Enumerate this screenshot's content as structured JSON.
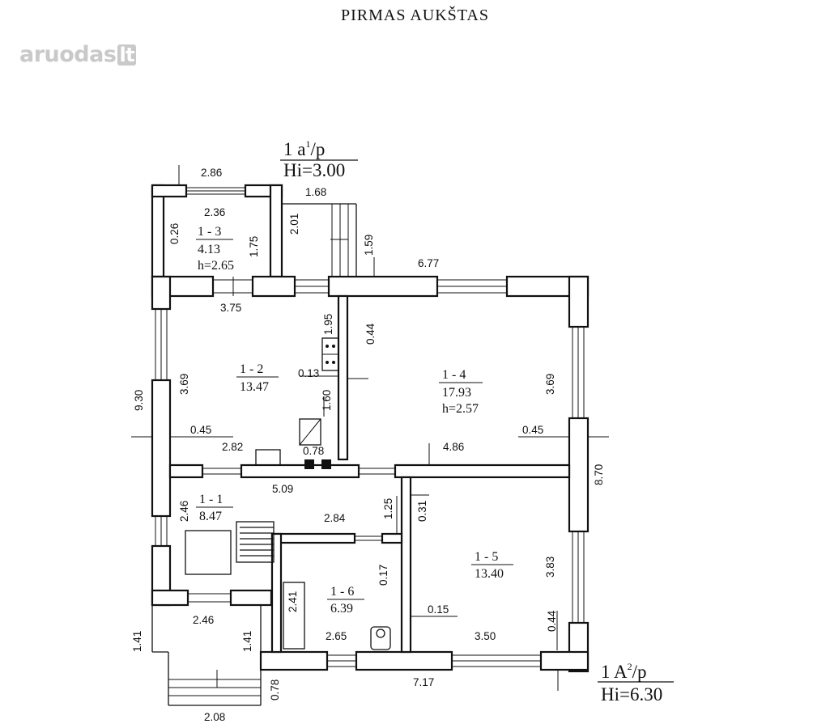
{
  "title": "PIRMAS AUKŠTAS",
  "watermark": {
    "name": "aruodas",
    "tld": "lt"
  },
  "annotations": {
    "top_label": "1 a",
    "top_label_sup": "1",
    "top_label_suffix": "/p",
    "top_height": "Hi=3.00",
    "bottom_label": "1 A",
    "bottom_label_sup": "2",
    "bottom_label_suffix": "/p",
    "bottom_height": "Hi=6.30"
  },
  "rooms": [
    {
      "id": "1 - 3",
      "area": "4.13",
      "height": "h=2.65"
    },
    {
      "id": "1 - 2",
      "area": "13.47"
    },
    {
      "id": "1 - 4",
      "area": "17.93",
      "height": "h=2.57"
    },
    {
      "id": "1 - 1",
      "area": "8.47"
    },
    {
      "id": "1 - 6",
      "area": "6.39"
    },
    {
      "id": "1 - 5",
      "area": "13.40"
    }
  ],
  "dimensions": [
    "2.86",
    "2.36",
    "0.26",
    "1.75",
    "2.01",
    "1.68",
    "1.59",
    "6.77",
    "3.75",
    "1.95",
    "0.44",
    "3.69",
    "0.13",
    "3.69",
    "9.30",
    "1.60",
    "0.45",
    "0.45",
    "2.82",
    "0.78",
    "4.86",
    "5.09",
    "1.25",
    "8.70",
    "2.46",
    "2.84",
    "0.31",
    "0.17",
    "3.83",
    "2.41",
    "0.15",
    "0.44",
    "2.46",
    "2.65",
    "3.50",
    "1.41",
    "1.41",
    "0.78",
    "7.17",
    "2.08"
  ]
}
